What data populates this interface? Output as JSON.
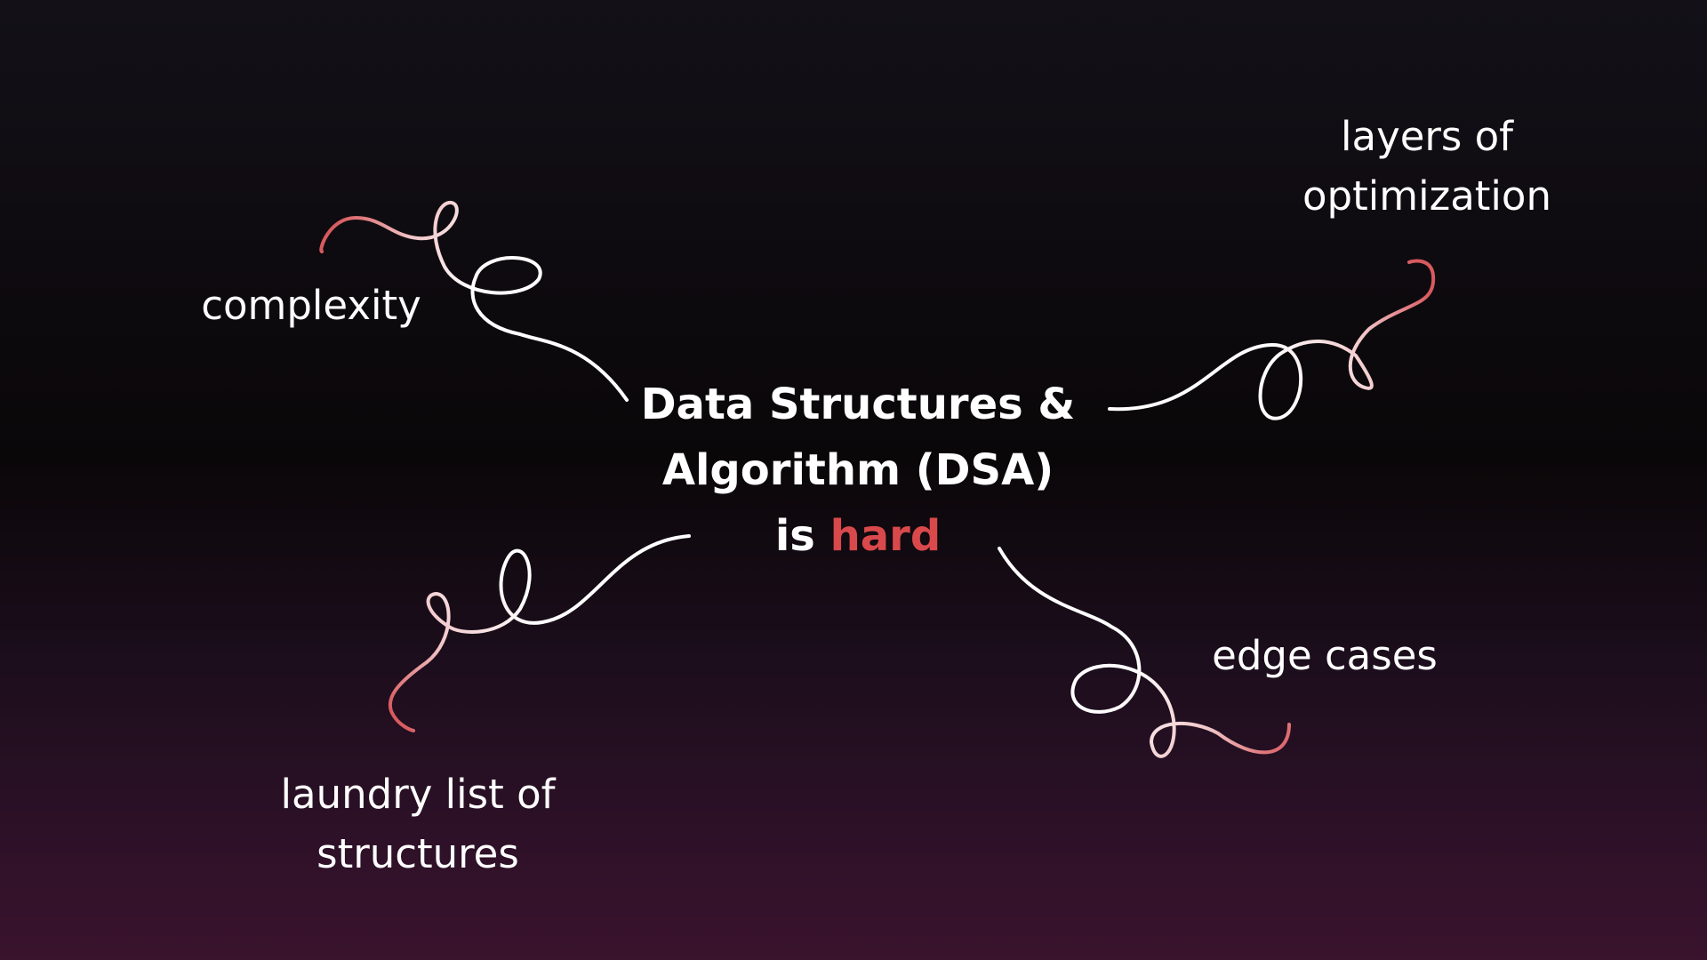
{
  "title": {
    "prefix_line1": "Data Structures &",
    "line2": "Algorithm (DSA)",
    "line3_prefix": "is",
    "line3_highlight": "hard"
  },
  "labels": {
    "complexity": "complexity",
    "layers_line1": "layers of",
    "layers_line2": "optimization",
    "edge_cases": "edge cases",
    "laundry_line1": "laundry list of",
    "laundry_line2": "structures"
  },
  "colors": {
    "accent": "#d9494b",
    "text": "#ffffff",
    "squiggle_light": "#f4c9cb",
    "squiggle_red": "#d85a5f"
  }
}
